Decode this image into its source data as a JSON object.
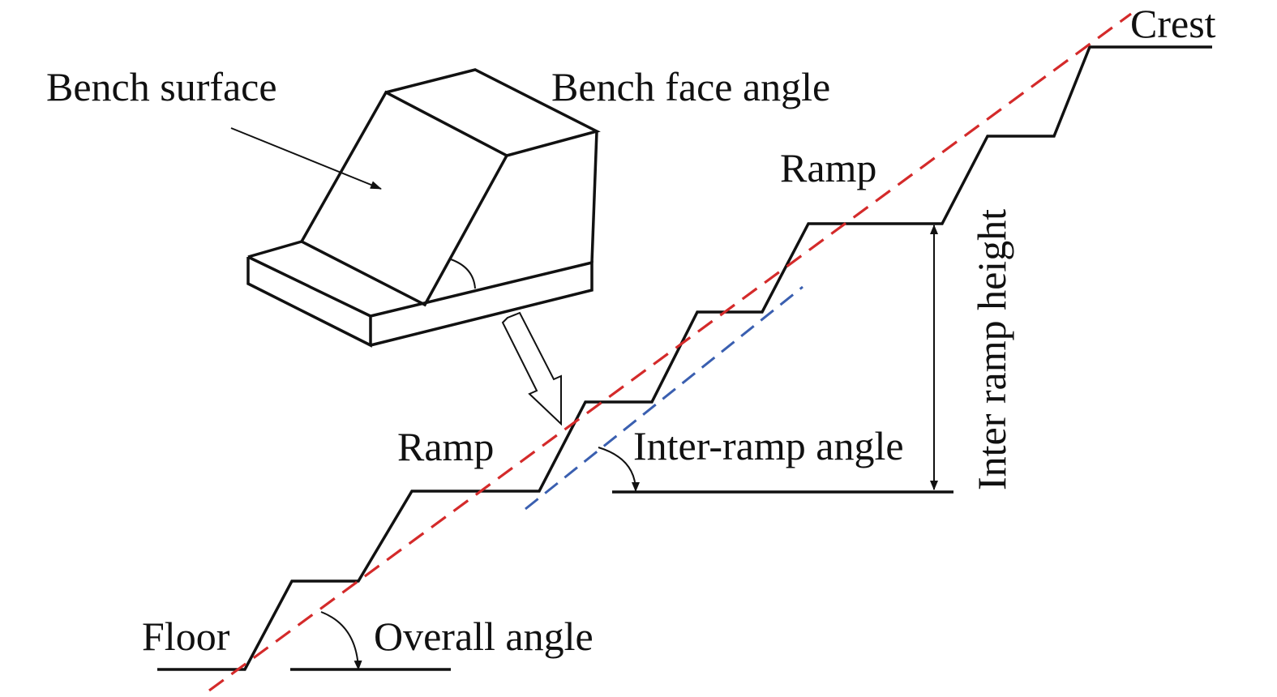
{
  "labels": {
    "bench_surface": "Bench surface",
    "bench_face_angle": "Bench face angle",
    "ramp_upper": "Ramp",
    "ramp_lower": "Ramp",
    "crest": "Crest",
    "inter_ramp_angle": "Inter-ramp angle",
    "inter_ramp_height": "Inter ramp height",
    "floor": "Floor",
    "overall_angle": "Overall angle"
  },
  "colors": {
    "overall_slope_line": "#d42a2a",
    "inter_ramp_line": "#3a5fb0",
    "outline": "#111111"
  }
}
